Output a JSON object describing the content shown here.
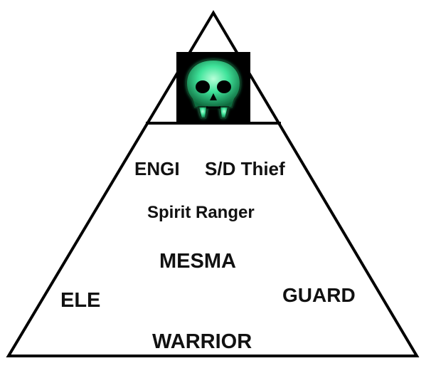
{
  "pyramid": {
    "tiers": [
      {
        "tier": "top",
        "icon": "skull-icon",
        "icon_glow_color": "#3fe39a",
        "icon_background": "#000000"
      }
    ],
    "labels": {
      "engi": "ENGI",
      "thief": "S/D Thief",
      "ranger": "Spirit Ranger",
      "mesma": "MESMA",
      "ele": "ELE",
      "guard": "GUARD",
      "warrior": "WARRIOR"
    },
    "line_color": "#000000",
    "text_color": "#111111"
  }
}
